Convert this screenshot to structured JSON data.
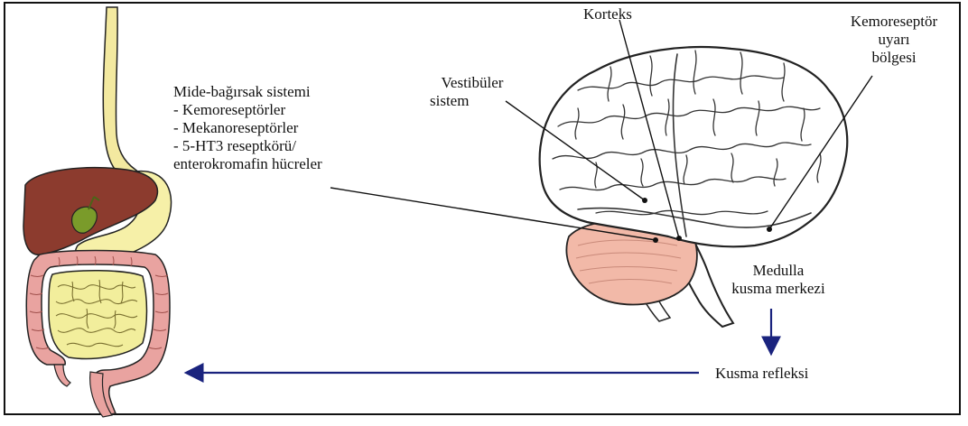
{
  "labels": {
    "gi_title": "Mide-bağırsak sistemi",
    "gi_item1": "- Kemoreseptörler",
    "gi_item2": "- Mekanoreseptörler",
    "gi_item3": "- 5-HT3 reseptkörü/",
    "gi_item4": "enterokromafin hücreler",
    "vestibular_1": "Vestibüler",
    "vestibular_2": "sistem",
    "cortex": "Korteks",
    "ctz_1": "Kemoreseptör",
    "ctz_2": "uyarı",
    "ctz_3": "bölgesi",
    "medulla_1": "Medulla",
    "medulla_2": "kusma merkezi",
    "reflex": "Kusma refleksi"
  },
  "colors": {
    "arrow": "#1a237e",
    "liver": "#8c3b2e",
    "gallbladder": "#7a9b2a",
    "stomach": "#f6f0a8",
    "small_intestine": "#f2ee9c",
    "large_intestine": "#e9a3a0",
    "esophagus": "#f3e9a0",
    "cerebellum": "#f2b9a8",
    "brain": "#ffffff"
  },
  "icons": [
    "digestive-system-illustration",
    "brain-illustration"
  ]
}
